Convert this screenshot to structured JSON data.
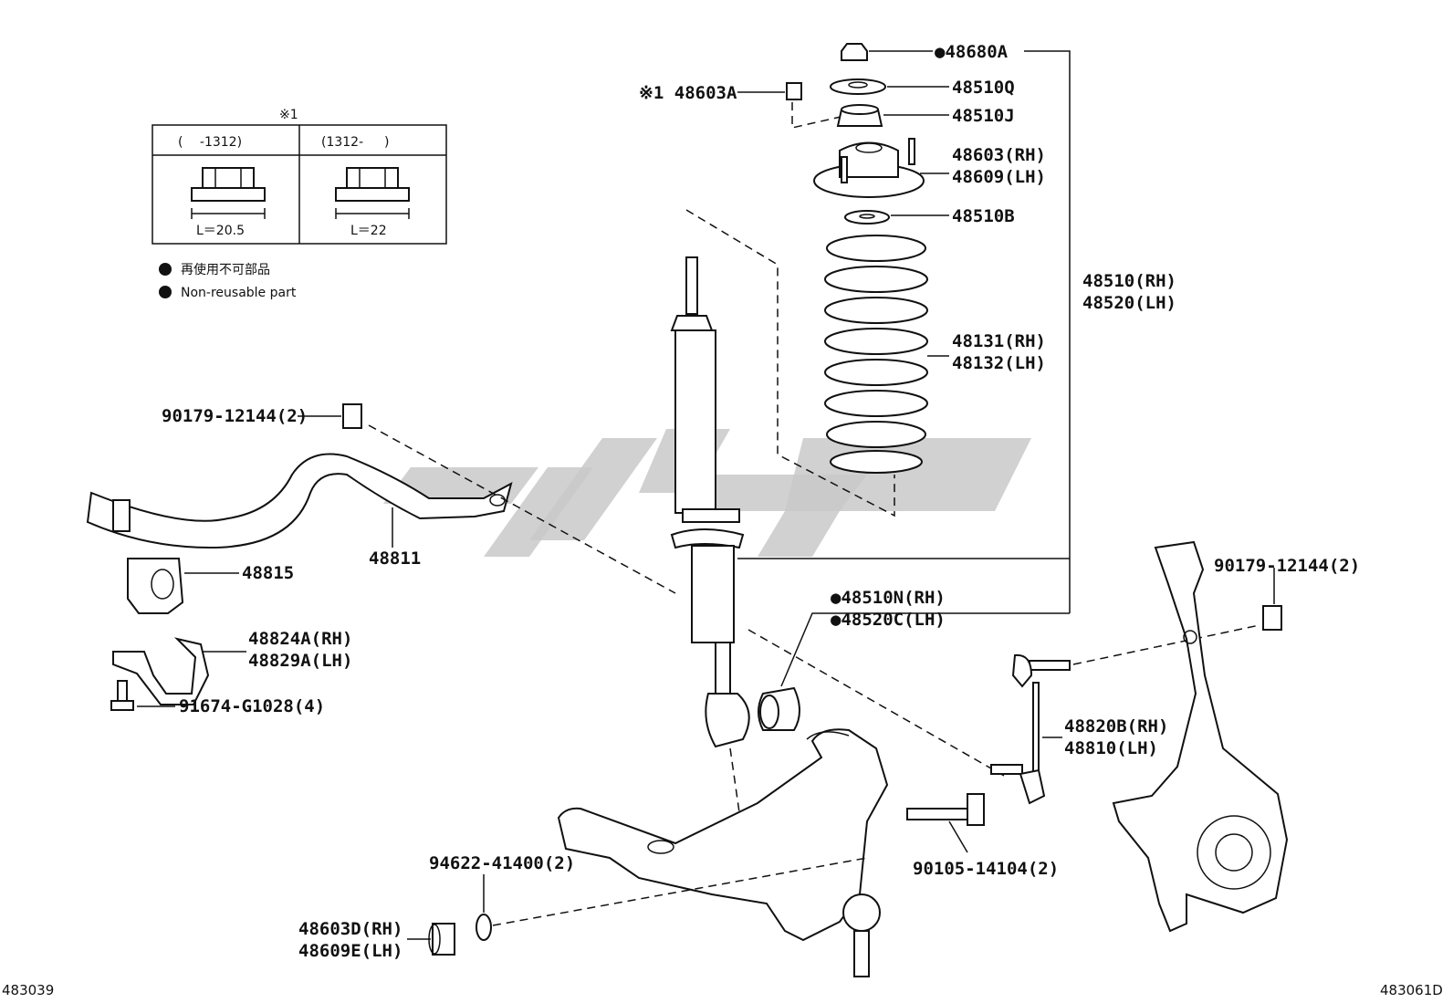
{
  "footer": {
    "left_code": "483039",
    "right_code": "483061D"
  },
  "legend": {
    "mark": "※1",
    "col1_header": "(　 -1312)",
    "col2_header": "(1312- 　 )",
    "col1_value": "L＝20.5",
    "col2_value": "L＝22",
    "note_jp": "再使用不可部品",
    "note_en": "Non-reusable part",
    "bullet_color": "#111111"
  },
  "labels": {
    "p48680A": "●48680A",
    "p48510Q": "48510Q",
    "p48510J": "48510J",
    "p48603A": "※1 48603A",
    "p48603": "48603(RH)",
    "p48609": "48609(LH)",
    "p48510B": "48510B",
    "p48510": "48510(RH)",
    "p48520": "48520(LH)",
    "p48131": "48131(RH)",
    "p48132": "48132(LH)",
    "p90179a": "90179-12144(2)",
    "p48811": "48811",
    "p48815": "48815",
    "p48824A": "48824A(RH)",
    "p48829A": "48829A(LH)",
    "p91674": "91674-G1028(4)",
    "p48510N": "●48510N(RH)",
    "p48520C": "●48520C(LH)",
    "p90179b": "90179-12144(2)",
    "p48820B": "48820B(RH)",
    "p48810": "48810(LH)",
    "p94622": "94622-41400(2)",
    "p90105": "90105-14104(2)",
    "p48603D": "48603D(RH)",
    "p48609E": "48609E(LH)"
  }
}
